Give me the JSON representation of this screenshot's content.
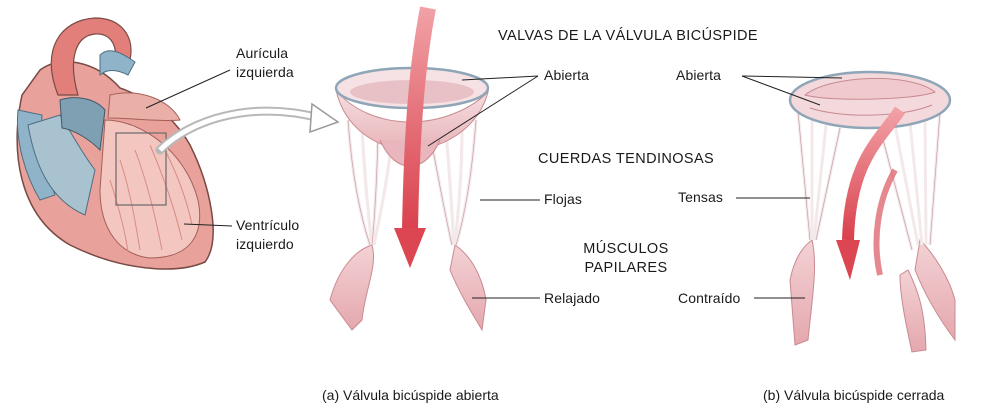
{
  "labels": {
    "left_atrium_line1": "Aurícula",
    "left_atrium_line2": "izquierda",
    "left_ventricle_line1": "Ventrículo",
    "left_ventricle_line2": "izquierdo",
    "valve_cusps_header": "VALVAS DE LA VÁLVULA BICÚSPIDE",
    "cusps_open_a": "Abierta",
    "cusps_open_b": "Abierta",
    "chordae_header": "CUERDAS TENDINOSAS",
    "chordae_slack": "Flojas",
    "chordae_taut": "Tensas",
    "papillary_header_line1": "MÚSCULOS",
    "papillary_header_line2": "PAPILARES",
    "papillary_relaxed": "Relajado",
    "papillary_contracted": "Contraído"
  },
  "captions": {
    "panel_a": "(a) Válvula bicúspide abierta",
    "panel_b": "(b) Válvula bicúspide cerrada"
  },
  "colors": {
    "heart_wall": "#e39a93",
    "heart_inner": "#f2c2bb",
    "vessel_blue": "#8fb3c8",
    "valve_pink": "#f0cfd2",
    "chordae_white": "#f7eeef",
    "arrow_red": "#e0505a",
    "label_line": "#222222"
  }
}
